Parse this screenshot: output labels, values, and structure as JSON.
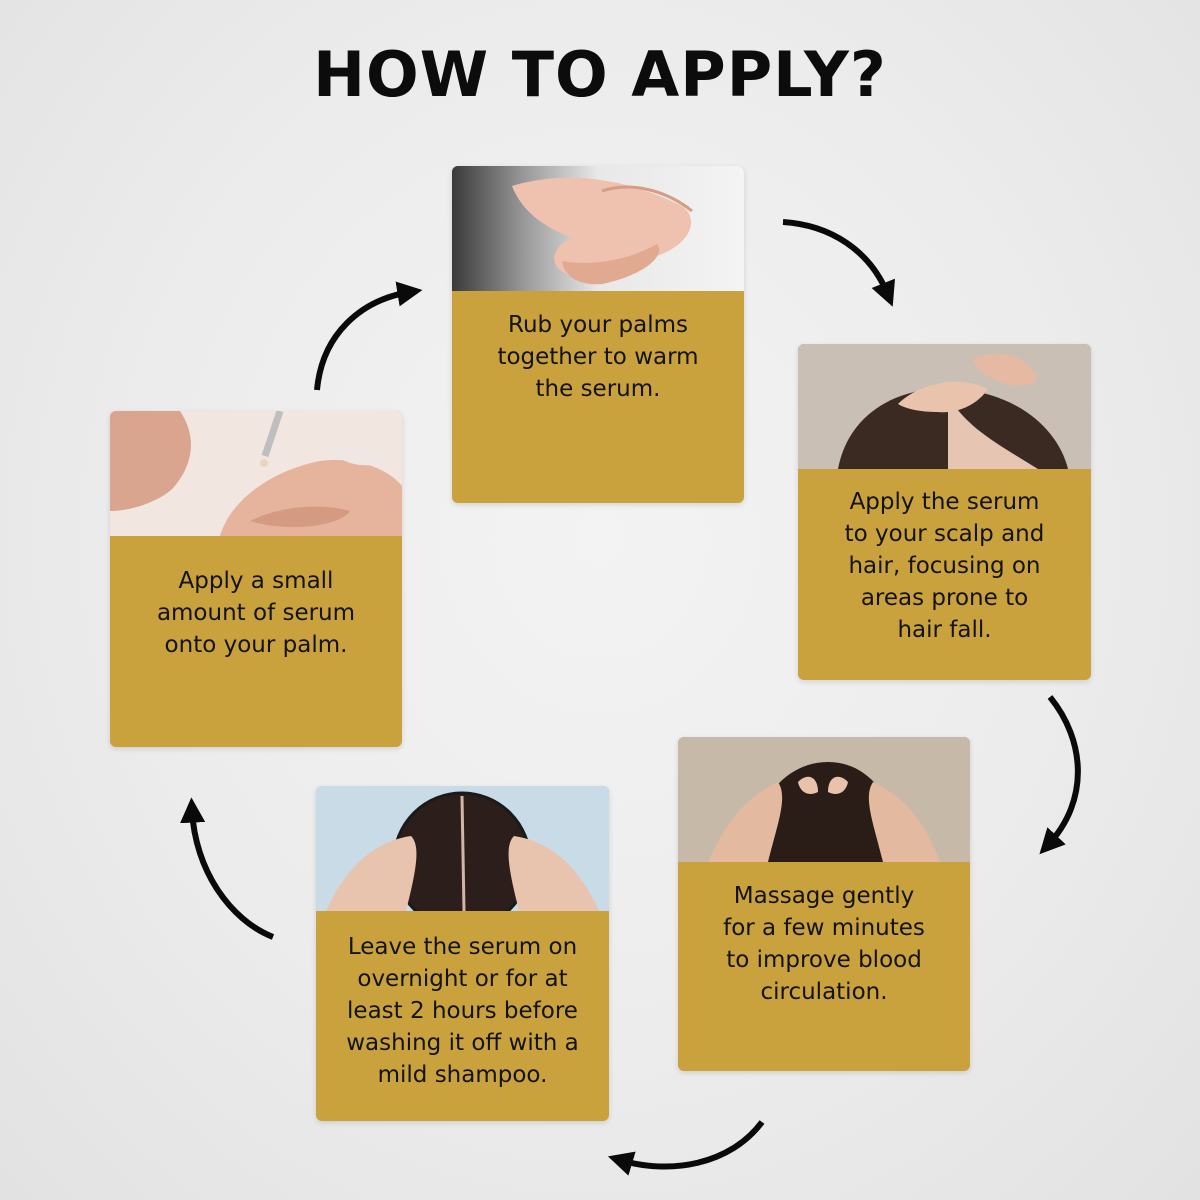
{
  "title": "HOW TO APPLY?",
  "steps": [
    {
      "text": "Rub your palms\ntogether to warm\nthe serum.",
      "photo": "hands-rubbing-photo"
    },
    {
      "text": "Apply the serum\nto your scalp and\nhair, focusing on\nareas prone to\nhair fall.",
      "photo": "scalp-application-photo"
    },
    {
      "text": "Massage gently\nfor a few minutes\nto improve blood\ncirculation.",
      "photo": "scalp-massage-photo"
    },
    {
      "text": "Leave the serum on\novernight or for at\nleast 2 hours before\nwashing it off with a\nmild shampoo.",
      "photo": "hair-parting-photo"
    },
    {
      "text": "Apply a small\namount of serum\nonto your palm.",
      "photo": "serum-dropper-photo"
    }
  ],
  "colors": {
    "card": "#c9a13d",
    "arrow": "#0a0a0a",
    "title": "#0c0c0c"
  }
}
